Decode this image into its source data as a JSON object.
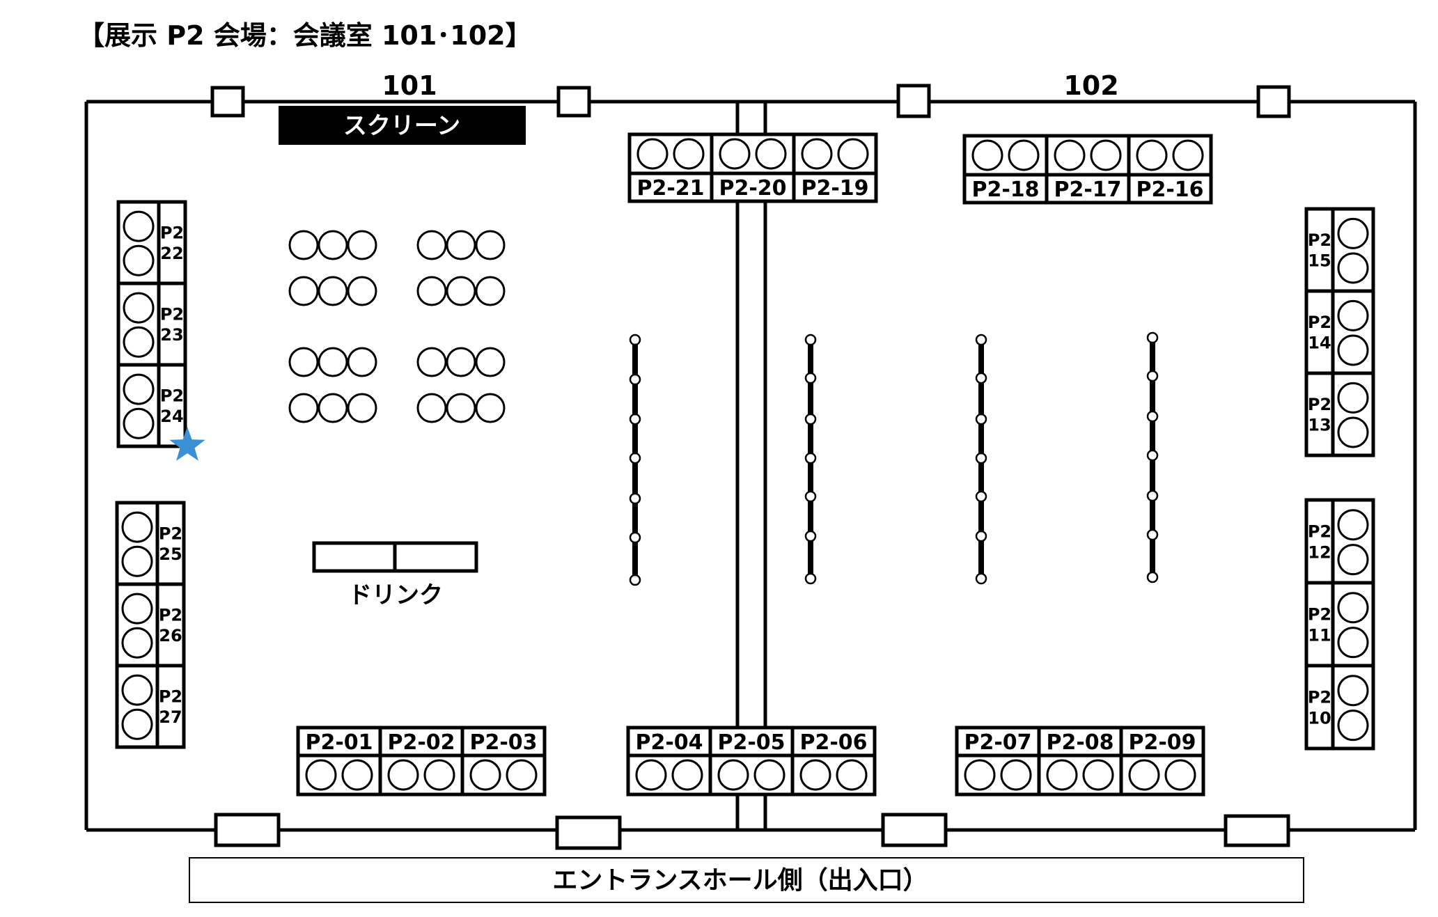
{
  "title": "【展示 P2 会場：会議室 101･102】",
  "rooms": {
    "left": "101",
    "right": "102"
  },
  "screen_label": "スクリーン",
  "drink_label": "ドリンク",
  "entrance_label": "エントランスホール側（出入口）",
  "booths": {
    "top_left": [
      "P2-21",
      "P2-20",
      "P2-19"
    ],
    "top_right": [
      "P2-18",
      "P2-17",
      "P2-16"
    ],
    "bottom_left": [
      "P2-01",
      "P2-02",
      "P2-03"
    ],
    "bottom_center": [
      "P2-04",
      "P2-05",
      "P2-06"
    ],
    "bottom_right": [
      "P2-07",
      "P2-08",
      "P2-09"
    ],
    "left_top": [
      [
        "P2",
        "22"
      ],
      [
        "P2",
        "23"
      ],
      [
        "P2",
        "24"
      ]
    ],
    "left_bottom": [
      [
        "P2",
        "25"
      ],
      [
        "P2",
        "26"
      ],
      [
        "P2",
        "27"
      ]
    ],
    "right_top": [
      [
        "P2",
        "15"
      ],
      [
        "P2",
        "14"
      ],
      [
        "P2",
        "13"
      ]
    ],
    "right_bottom": [
      [
        "P2",
        "12"
      ],
      [
        "P2",
        "11"
      ],
      [
        "P2",
        "10"
      ]
    ]
  },
  "marker": {
    "icon": "star-icon",
    "color": "#3b8fd4"
  }
}
